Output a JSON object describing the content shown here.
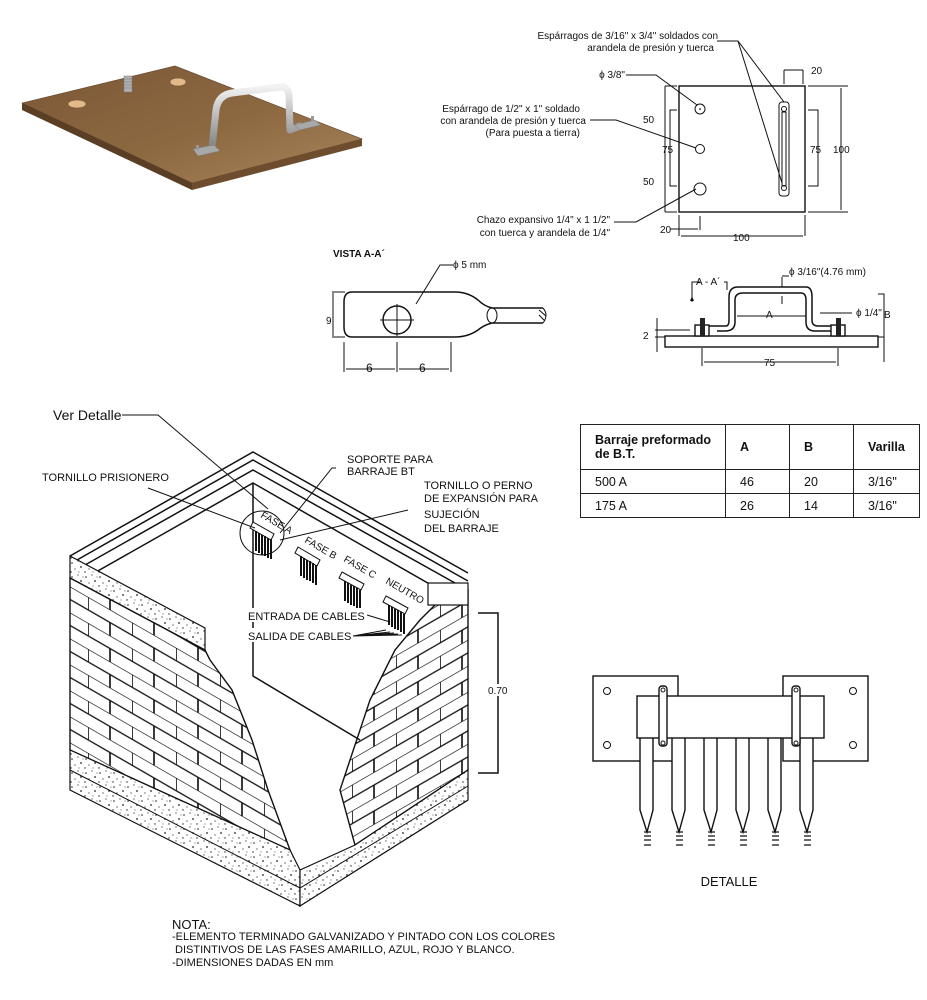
{
  "plan_view": {
    "studs_label_1": "Espárragos de 3/16\" x 3/4\" soldados con",
    "studs_label_2": "arandela de presión y tuerca",
    "hole_diameter": "ϕ 3/8\"",
    "ground_stud_1": "Espárrago de 1/2\" x 1\" soldado",
    "ground_stud_2": "con arandela de presión y tuerca",
    "ground_stud_3": "(Para puesta a tierra)",
    "anchor_1": "Chazo expansivo 1/4\" x 1 1/2\"",
    "anchor_2": "con tuerca y arandela de 1/4\"",
    "dim_20_top": "20",
    "dim_50_a": "50",
    "dim_50_b": "50",
    "dim_75_left": "75",
    "dim_75_right": "75",
    "dim_100_right": "100",
    "dim_20_bottom": "20",
    "dim_100_bottom": "100"
  },
  "section_view": {
    "title": "VISTA A-A´",
    "hole": "ϕ 5 mm",
    "dim_9": "9",
    "dim_6a": "6",
    "dim_6b": "6"
  },
  "elevation_view": {
    "section_mark": "A - A´",
    "rod": "ϕ 3/16\"(4.76 mm)",
    "bolt": "ϕ 1/4\"",
    "dim_a": "A",
    "dim_b": "B",
    "dim_2": "2",
    "dim_75": "75"
  },
  "table": {
    "headers": [
      "Barraje preformado de B.T.",
      "A",
      "B",
      "Varilla"
    ],
    "rows": [
      [
        "500 A",
        "46",
        "20",
        "3/16\""
      ],
      [
        "175 A",
        "26",
        "14",
        "3/16\""
      ]
    ]
  },
  "box_view": {
    "ver_detalle": "Ver Detalle",
    "tornillo_prisionero": "TORNILLO PRISIONERO",
    "soporte_1": "SOPORTE PARA",
    "soporte_2": "BARRAJE BT",
    "tornillo_1": "TORNILLO O PERNO",
    "tornillo_2": "DE EXPANSIÓN PARA",
    "tornillo_3": "SUJECIÓN",
    "tornillo_4": "DEL BARRAJE",
    "fase_a": "FASE A",
    "fase_b": "FASE B",
    "fase_c": "FASE C",
    "neutro": "NEUTRO",
    "entrada": "ENTRADA DE CABLES",
    "salida": "SALIDA DE CABLES",
    "height": "0.70"
  },
  "detail": {
    "label": "DETALLE"
  },
  "note": {
    "title": "NOTA:",
    "line1": "-ELEMENTO TERMINADO GALVANIZADO Y PINTADO CON LOS COLORES",
    "line2": " DISTINTIVOS DE LAS FASES AMARILLO, AZUL, ROJO Y BLANCO.",
    "line3": "-DIMENSIONES DADAS EN mm"
  },
  "colors": {
    "plate": "#8a6440",
    "plate_edge": "#5e4127",
    "metal": "#b8b8b8"
  }
}
